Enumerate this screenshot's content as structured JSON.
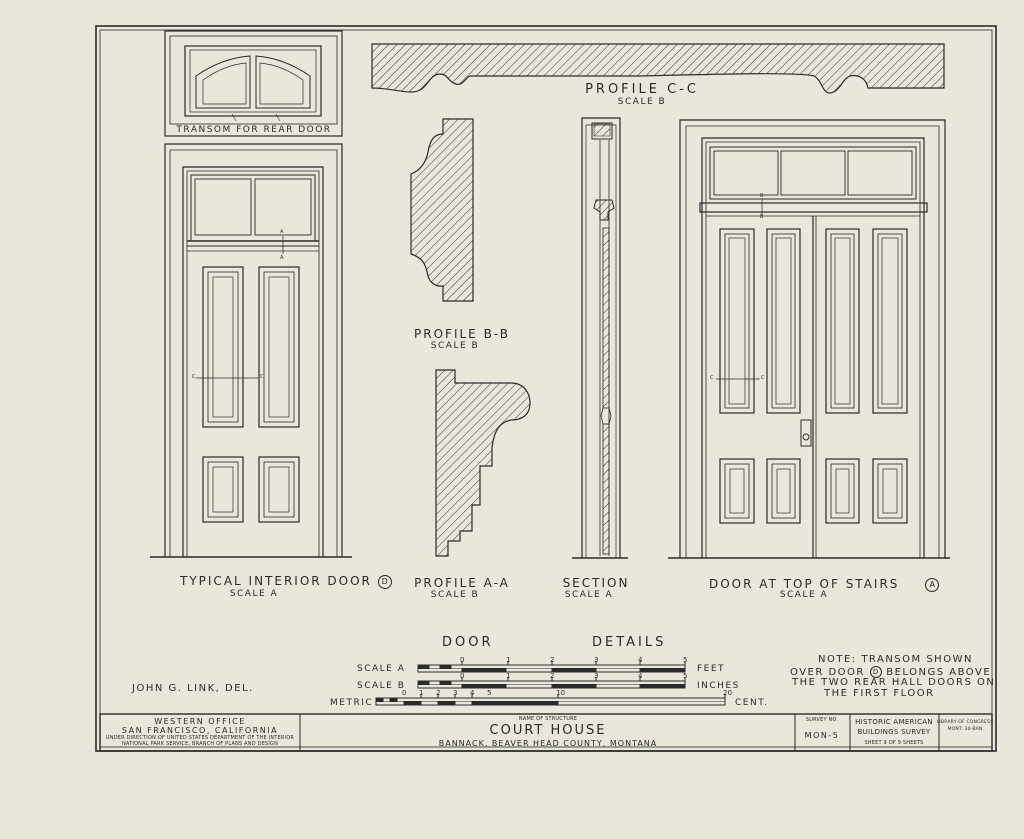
{
  "drawing": {
    "transom_label": "TRANSOM FOR REAR DOOR",
    "profile_cc": {
      "title": "PROFILE C-C",
      "scale": "SCALE B"
    },
    "profile_bb": {
      "title": "PROFILE B-B",
      "scale": "SCALE B"
    },
    "profile_aa": {
      "title": "PROFILE A-A",
      "scale": "SCALE B"
    },
    "typical_door": {
      "title": "TYPICAL INTERIOR DOOR",
      "marker": "D",
      "scale": "SCALE A"
    },
    "section": {
      "title": "SECTION",
      "scale": "SCALE A"
    },
    "stairs_door": {
      "title": "DOOR AT TOP OF STAIRS",
      "marker": "A",
      "scale": "SCALE A"
    },
    "section_marks": {
      "a": "A",
      "b": "B",
      "c": "C"
    },
    "details_left": "DOOR",
    "details_right": "DETAILS",
    "scales": {
      "scale_a": {
        "label": "SCALE A",
        "unit": "FEET",
        "ticks": [
          "0",
          "1",
          "2",
          "3",
          "4",
          "5"
        ]
      },
      "scale_b": {
        "label": "SCALE B",
        "unit": "INCHES",
        "ticks": [
          "0",
          "1",
          "2",
          "3",
          "4",
          "5"
        ]
      },
      "metric": {
        "label": "METRIC",
        "unit": "CENT.",
        "ticks": [
          "0",
          "1",
          "2",
          "3",
          "4",
          "5",
          "10",
          "20"
        ]
      }
    },
    "note": {
      "line1": "NOTE:  TRANSOM SHOWN",
      "line2a": "OVER DOOR",
      "line2_marker": "D",
      "line2b": "BELONGS ABOVE",
      "line3": "THE TWO REAR HALL DOORS ON",
      "line4": "THE FIRST FLOOR"
    },
    "delineator": "JOHN G. LINK,   DEL."
  },
  "title_block": {
    "office_line1": "WESTERN OFFICE",
    "office_line2": "SAN FRANCISCO, CALIFORNIA",
    "office_line3": "UNDER DIRECTION OF UNITED STATES DEPARTMENT OF THE INTERIOR",
    "office_line4": "NATIONAL PARK SERVICE, BRANCH OF PLANS AND DESIGN",
    "structure_caption": "NAME OF STRUCTURE",
    "structure_name": "COURT HOUSE",
    "structure_location": "BANNACK,  BEAVER HEAD COUNTY,  MONTANA",
    "survey_caption": "SURVEY NO.",
    "survey_no": "MON-5",
    "habs_line1": "HISTORIC AMERICAN",
    "habs_line2": "BUILDINGS SURVEY",
    "sheet_info": "SHEET  9  OF  9  SHEETS",
    "loc_line1": "LIBRARY OF CONGRESS",
    "loc_line2": "MONT. 30-BAN"
  }
}
